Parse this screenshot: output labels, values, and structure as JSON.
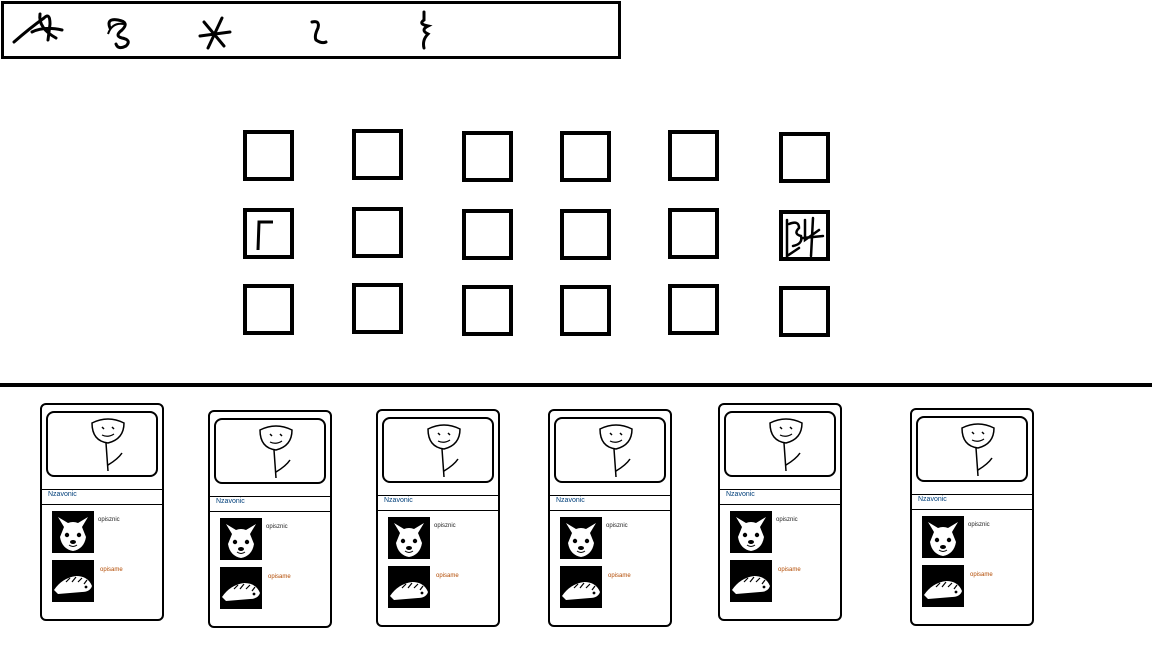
{
  "hand_symbols": [
    "cursive-a-symbol",
    "knot-symbol",
    "star-cross-symbol",
    "squiggle-z-symbol",
    "lightning-squiggle-symbol"
  ],
  "board": {
    "rows": 3,
    "cols": 6,
    "marked_cells": [
      {
        "row": 1,
        "col": 0,
        "mark": "corner-mark"
      },
      {
        "row": 1,
        "col": 5,
        "mark": "scribble-mark"
      }
    ]
  },
  "cards": [
    {
      "name": "Nzavonic",
      "ability1": {
        "icon": "hyena-face-icon",
        "label": "opisznic"
      },
      "ability2": {
        "icon": "hedgehog-icon",
        "label": "opisame"
      }
    },
    {
      "name": "Nzavonic",
      "ability1": {
        "icon": "hyena-face-icon",
        "label": "opisznic"
      },
      "ability2": {
        "icon": "hedgehog-icon",
        "label": "opisame"
      }
    },
    {
      "name": "Nzavonic",
      "ability1": {
        "icon": "hyena-face-icon",
        "label": "opisznic"
      },
      "ability2": {
        "icon": "hedgehog-icon",
        "label": "opisame"
      }
    },
    {
      "name": "Nzavonic",
      "ability1": {
        "icon": "hyena-face-icon",
        "label": "opisznic"
      },
      "ability2": {
        "icon": "hedgehog-icon",
        "label": "opisame"
      }
    },
    {
      "name": "Nzavonic",
      "ability1": {
        "icon": "hyena-face-icon",
        "label": "opisznic"
      },
      "ability2": {
        "icon": "hedgehog-icon",
        "label": "opisame"
      }
    },
    {
      "name": "Nzavonic",
      "ability1": {
        "icon": "hyena-face-icon",
        "label": "opisznic"
      },
      "ability2": {
        "icon": "hedgehog-icon",
        "label": "opisame"
      }
    }
  ]
}
